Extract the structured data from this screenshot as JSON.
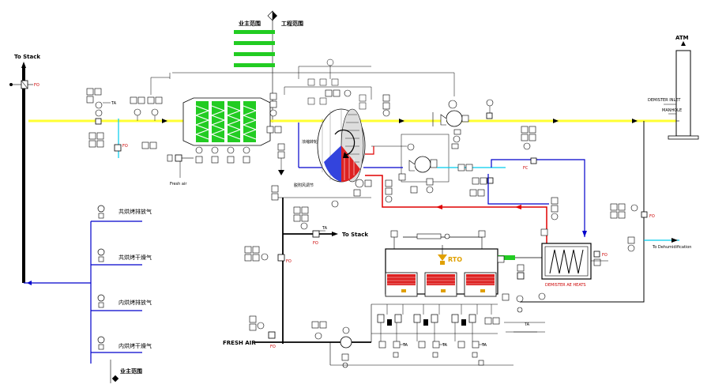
{
  "labels": {
    "owner_scope_top": "业主范围",
    "contractor_scope": "工程范围",
    "owner_scope_bottom": "业主范围",
    "to_stack_left": "To Stack",
    "to_stack_mid": "To Stack",
    "atm": "ATM",
    "fresh_air": "FRESH AIR",
    "fresh_air_small": "Fresh air",
    "rto": "RTO",
    "to_dehumid": "To Dehumidification",
    "heat_exchanger": "DEMISTER AE HEATS",
    "rotor_label": "浓缩转轮",
    "desorb_label": "脱附风调节",
    "stack_note_1": "DEMISTER INLET",
    "stack_note_2": "MANHOLE"
  },
  "branches": [
    {
      "label": "共烘烤排放气"
    },
    {
      "label": "共烘烤干燥气"
    },
    {
      "label": "内烘烤排放气"
    },
    {
      "label": "内烘烤干燥气"
    }
  ],
  "colors": {
    "main_duct": "#ffff33",
    "hot_line": "#e00000",
    "cold_line": "#0000cc",
    "filter_green": "#22cc22",
    "ambient_line": "#00ccee",
    "rto_orange": "#e0a000"
  }
}
